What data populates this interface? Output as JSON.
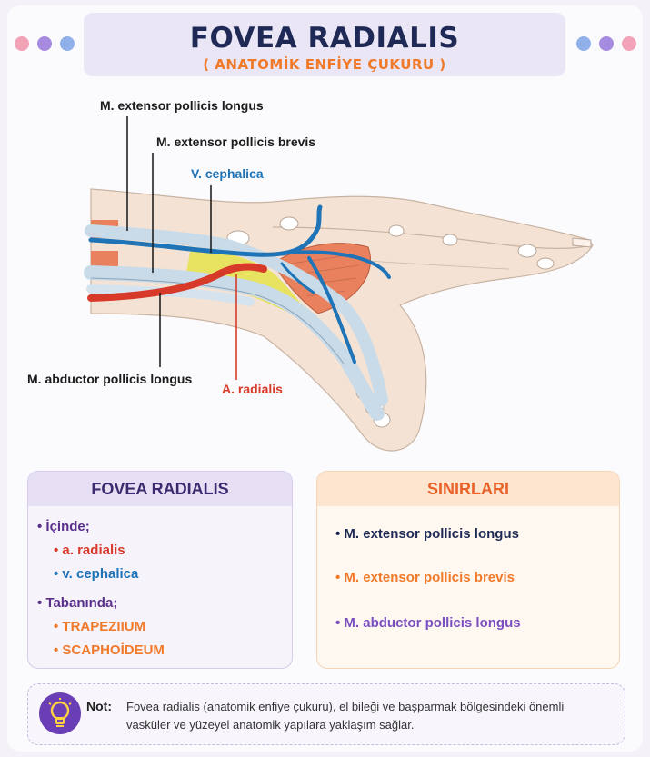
{
  "header": {
    "title": "FOVEA RADIALIS",
    "subtitle": "( ANATOMİK ENFİYE ÇUKURU )"
  },
  "colors": {
    "dot_pink": "#f2a3b8",
    "dot_purple": "#a78be0",
    "dot_blue": "#8fb0e8",
    "vein_blue": "#1f73b7",
    "artery_red": "#d83a2a",
    "tendon_light_blue": "#c9dbe8",
    "muscle_orange": "#e9805e",
    "fossa_yellow": "#e6e35a",
    "skin": "#f4e3d4"
  },
  "labels": {
    "epl": "M. extensor pollicis longus",
    "epb": "M. extensor pollicis brevis",
    "vcephalica": "V. cephalica",
    "apl": "M. abductor pollicis longus",
    "aradialis": "A. radialis"
  },
  "left_card": {
    "title": "FOVEA RADIALIS",
    "inside_label": "• İçinde;",
    "inside_items": [
      "• a. radialis",
      "• v. cephalica"
    ],
    "floor_label": "• Tabanında;",
    "floor_items": [
      "• TRAPEZIIUM",
      "• SCAPHOİDEUM"
    ]
  },
  "right_card": {
    "title": "SINIRLARI",
    "items": [
      "• M. extensor pollicis longus",
      "• M. extensor pollicis brevis",
      "• M. abductor pollicis longus"
    ]
  },
  "note": {
    "label": "Not:",
    "text": "Fovea radialis (anatomik enfiye çukuru), el bileği ve başparmak bölgesindeki önemli vasküler ve yüzeyel anatomik yapılara yaklaşım sağlar.",
    "icon": "lightbulb-icon"
  }
}
